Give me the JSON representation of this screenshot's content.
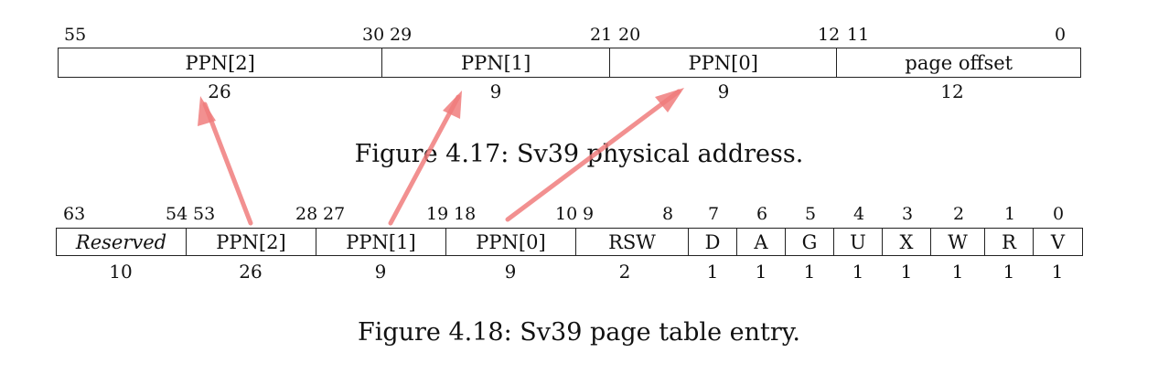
{
  "pa": {
    "bits": [
      {
        "text": "55"
      },
      {
        "text": "30"
      },
      {
        "text": "29"
      },
      {
        "text": "21"
      },
      {
        "text": "20"
      },
      {
        "text": "12"
      },
      {
        "text": "11"
      },
      {
        "text": "0"
      }
    ],
    "fields": [
      {
        "label": "PPN[2]",
        "width": "26"
      },
      {
        "label": "PPN[1]",
        "width": "9"
      },
      {
        "label": "PPN[0]",
        "width": "9"
      },
      {
        "label": "page offset",
        "width": "12"
      }
    ],
    "caption": "Figure 4.17: Sv39 physical address."
  },
  "pte": {
    "bits": [
      {
        "text": "63"
      },
      {
        "text": "54"
      },
      {
        "text": "53"
      },
      {
        "text": "28"
      },
      {
        "text": "27"
      },
      {
        "text": "19"
      },
      {
        "text": "18"
      },
      {
        "text": "10"
      },
      {
        "text": "9"
      },
      {
        "text": "8"
      },
      {
        "text": "7"
      },
      {
        "text": "6"
      },
      {
        "text": "5"
      },
      {
        "text": "4"
      },
      {
        "text": "3"
      },
      {
        "text": "2"
      },
      {
        "text": "1"
      },
      {
        "text": "0"
      }
    ],
    "fields": [
      {
        "label": "Reserved",
        "width": "10"
      },
      {
        "label": "PPN[2]",
        "width": "26"
      },
      {
        "label": "PPN[1]",
        "width": "9"
      },
      {
        "label": "PPN[0]",
        "width": "9"
      },
      {
        "label": "RSW",
        "width": "2"
      },
      {
        "label": "D",
        "width": "1"
      },
      {
        "label": "A",
        "width": "1"
      },
      {
        "label": "G",
        "width": "1"
      },
      {
        "label": "U",
        "width": "1"
      },
      {
        "label": "X",
        "width": "1"
      },
      {
        "label": "W",
        "width": "1"
      },
      {
        "label": "R",
        "width": "1"
      },
      {
        "label": "V",
        "width": "1"
      }
    ],
    "caption": "Figure 4.18: Sv39 page table entry."
  },
  "arrow_color": "#f07c7c"
}
